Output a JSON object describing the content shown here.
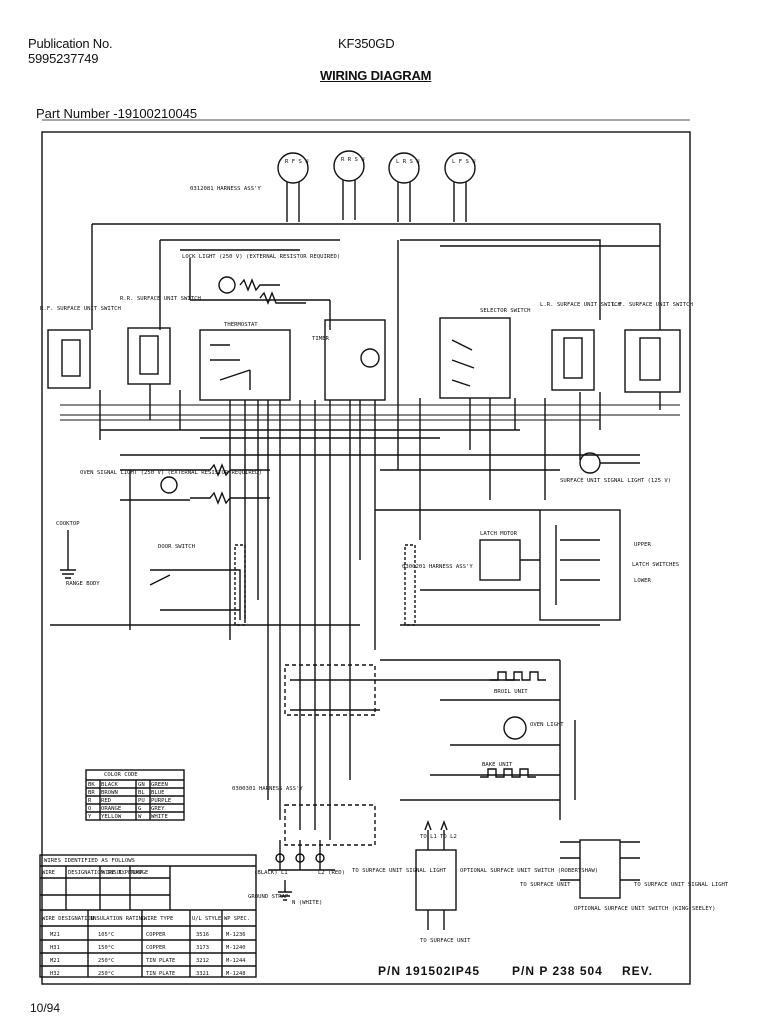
{
  "header": {
    "publication_label": "Publication No.",
    "publication_number": "5995237749",
    "model": "KF350GD",
    "title": "WIRING DIAGRAM"
  },
  "part_number": "Part Number -19100210045",
  "footer": {
    "date": "10/94",
    "pn_1": "P/N 191502IP45",
    "pn_2": "P/N P 238 504",
    "rev": "REV."
  },
  "labels": {
    "rf_element": "R F S U",
    "rr_element": "R R S U",
    "lr_element": "L R S U",
    "lf_element": "L F S U",
    "rf_switch": "R.F. SURFACE UNIT SWITCH",
    "rr_switch": "R.R. SURFACE UNIT SWITCH",
    "lr_switch": "L.R. SURFACE UNIT SWITCH",
    "lf_switch": "L.F. SURFACE UNIT SWITCH",
    "thermostat": "THERMOSTAT",
    "timer": "TIMER",
    "selector_switch": "SELECTOR SWITCH",
    "lock_light": "LOCK LIGHT (250 V) (EXTERNAL RESISTOR REQUIRED)",
    "oven_signal_light": "OVEN SIGNAL LIGHT (250 V) (EXTERNAL RESISTOR REQUIRED)",
    "surface_signal_light": "SURFACE UNIT SIGNAL LIGHT (125 V)",
    "cooktop": "COOKTOP",
    "range_body": "RANGE BODY",
    "door_switch": "DOOR SWITCH",
    "latch_motor": "LATCH MOTOR",
    "upper_latch": "UPPER",
    "latch_switches": "LATCH SWITCHES",
    "lower_latch": "LOWER",
    "harness_1": "0300201 HARNESS ASS'Y",
    "harness_2": "0300301 HARNESS ASS'Y",
    "harness_top": "0312081 HARNESS ASS'Y",
    "broil_unit": "BROIL UNIT",
    "bake_unit": "BAKE UNIT",
    "oven_light": "OVEN LIGHT",
    "ground_strap": "GROUND STRAP",
    "block_l1": "(BLACK) L1",
    "white_n": "N (WHITE)",
    "red_l2": "L2 (RED)",
    "to_l1": "TO L1",
    "to_l2": "TO L2",
    "to_surface_unit_signal_light": "TO SURFACE UNIT SIGNAL LIGHT",
    "optional_switch_broken": "OPTIONAL SURFACE UNIT SWITCH (ROBERTSHAW)",
    "to_surface_unit": "TO SURFACE UNIT",
    "to_surface_unit_2": "TO SURFACE UNIT",
    "optional_switch_2": "OPTIONAL SURFACE UNIT SWITCH (KING SEELEY)",
    "to_surface_unit_signal_light_2": "TO SURFACE UNIT SIGNAL LIGHT"
  },
  "color_code": {
    "title": "COLOR CODE",
    "rows": [
      [
        "BK",
        "BLACK",
        "GN",
        "GREEN"
      ],
      [
        "BR",
        "BROWN",
        "BL",
        "BLUE"
      ],
      [
        "R",
        "RED",
        "PU",
        "PURPLE"
      ],
      [
        "O",
        "ORANGE",
        "G",
        "GREY"
      ],
      [
        "Y",
        "YELLOW",
        "W",
        "WHITE"
      ]
    ]
  },
  "wire_table": {
    "title": "WIRES IDENTIFIED AS FOLLOWS",
    "head1": [
      "WIRE",
      "DESIGNATION INSUL. TEMP.",
      "WIRE TYPE",
      "GAUGE"
    ],
    "head2": [
      "WIRE DESIGNATION",
      "INSULATION RATING",
      "WIRE TYPE",
      "U/L STYLE",
      "WP SPEC."
    ],
    "rows": [
      [
        "M21",
        "105°C",
        "COPPER",
        "3516",
        "M-1236"
      ],
      [
        "H31",
        "150°C",
        "COPPER",
        "3173",
        "M-1240"
      ],
      [
        "M21",
        "250°C",
        "TIN PLATE",
        "3212",
        "M-1244"
      ],
      [
        "H32",
        "250°C",
        "TIN PLATE",
        "3321",
        "M-1248"
      ]
    ]
  }
}
